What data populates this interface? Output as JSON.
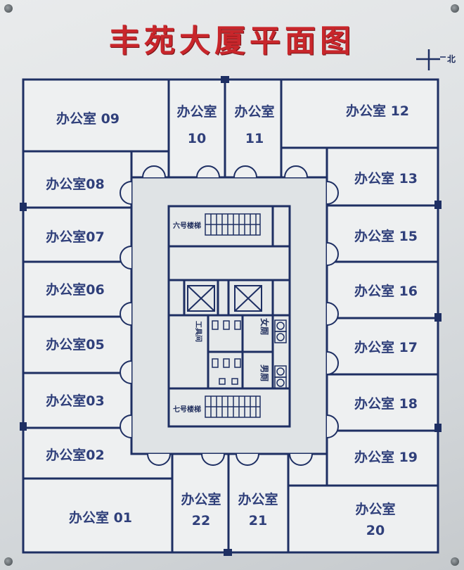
{
  "title": "丰苑大厦平面图",
  "compass": {
    "north_label": "北"
  },
  "rooms": {
    "r01": "办公室 01",
    "r02": "办公室02",
    "r03": "办公室03",
    "r05": "办公室05",
    "r06": "办公室06",
    "r07": "办公室07",
    "r08": "办公室08",
    "r09": "办公室 09",
    "r10_name": "办公室",
    "r10_num": "10",
    "r11_name": "办公室",
    "r11_num": "11",
    "r12": "办公室 12",
    "r13": "办公室 13",
    "r15": "办公室 15",
    "r16": "办公室 16",
    "r17": "办公室 17",
    "r18": "办公室 18",
    "r19": "办公室 19",
    "r20_name": "办公室",
    "r20_num": "20",
    "r21_name": "办公室",
    "r21_num": "21",
    "r22_name": "办公室",
    "r22_num": "22"
  },
  "core": {
    "stair6": "六号楼梯",
    "stair7": "七号楼梯",
    "closet": "工具间",
    "women": "女厕",
    "men": "男厕"
  },
  "colors": {
    "title": "#c8262b",
    "walls": "#1e2f63",
    "labels": "#2f3f7a"
  }
}
